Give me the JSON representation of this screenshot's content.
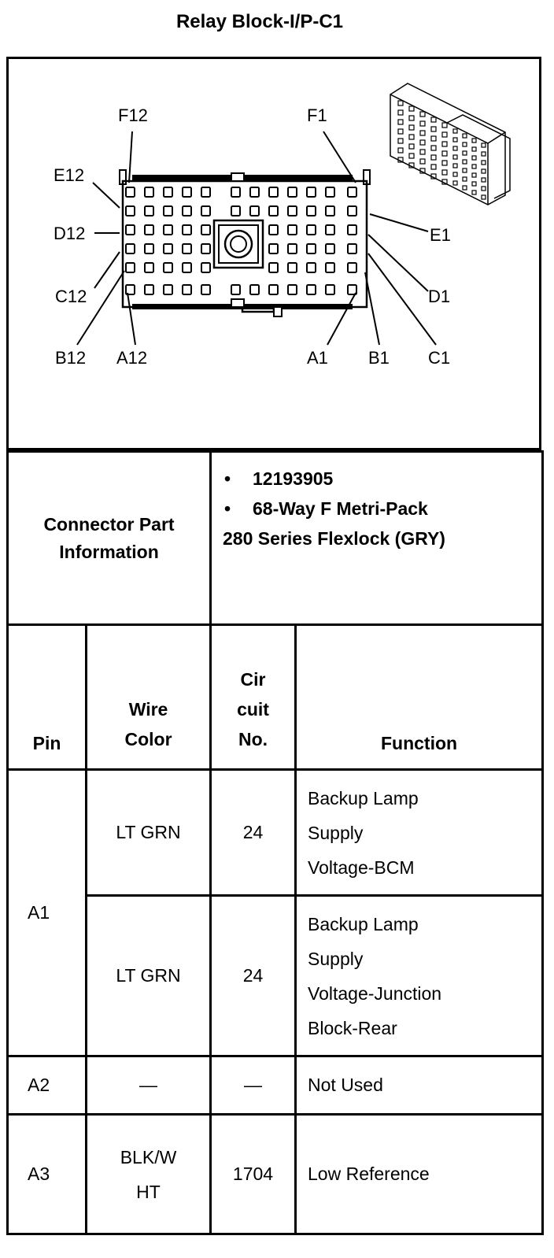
{
  "title": "Relay Block-I/P-C1",
  "connector_labels": {
    "F12": "F12",
    "F1": "F1",
    "E12": "E12",
    "E1": "E1",
    "D12": "D12",
    "D1": "D1",
    "C12": "C12",
    "C1": "C1",
    "B12": "B12",
    "B1": "B1",
    "A12": "A12",
    "A1": "A1"
  },
  "connector_info": {
    "label_line1": "Connector Part",
    "label_line2": "Information",
    "bullets": [
      "12193905",
      "68-Way F Metri-Pack"
    ],
    "continuation": "280 Series Flexlock (GRY)",
    "bullet_symbol": "•"
  },
  "headers": {
    "pin": "Pin",
    "wire_color_1": "Wire",
    "wire_color_2": "Color",
    "circuit_1": "Cir",
    "circuit_2": "cuit",
    "circuit_3": "No.",
    "function": "Function"
  },
  "rows": [
    {
      "pin": "A1",
      "wire": "LT GRN",
      "circuit": "24",
      "function": [
        "Backup Lamp",
        "Supply",
        "Voltage-BCM"
      ]
    },
    {
      "pin": "A1",
      "wire": "LT GRN",
      "circuit": "24",
      "function": [
        "Backup Lamp",
        "Supply",
        "Voltage-Junction",
        "Block-Rear"
      ]
    },
    {
      "pin": "A2",
      "wire": "—",
      "circuit": "—",
      "function": [
        "Not Used"
      ]
    },
    {
      "pin": "A3",
      "wire_1": "BLK/W",
      "wire_2": "HT",
      "circuit": "1704",
      "function": [
        "Low Reference"
      ]
    }
  ]
}
